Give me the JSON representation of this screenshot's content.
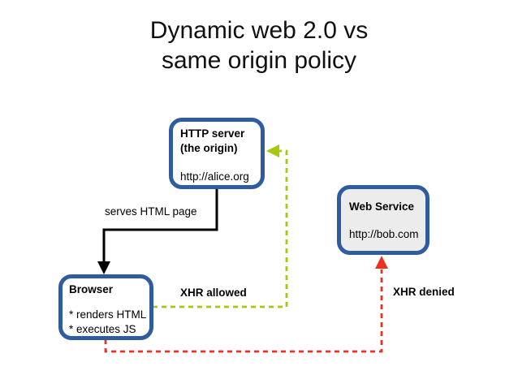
{
  "title": {
    "line1": "Dynamic web 2.0 vs",
    "line2": "same origin policy"
  },
  "nodes": {
    "http_server": {
      "name": "HTTP server",
      "subtitle": "(the origin)",
      "url": "http://alice.org"
    },
    "web_service": {
      "name": "Web Service",
      "url": "http://bob.com"
    },
    "browser": {
      "name": "Browser",
      "features": [
        "* renders HTML",
        "* executes JS"
      ]
    }
  },
  "edges": {
    "serves_html": {
      "label": "serves HTML page",
      "from": "HTTP server",
      "to": "Browser",
      "style": "solid",
      "color": "#000000"
    },
    "xhr_allowed": {
      "label": "XHR allowed",
      "from": "Browser",
      "to": "HTTP server",
      "style": "dashed",
      "color": "#a8c70f"
    },
    "xhr_denied": {
      "label": "XHR denied",
      "from": "Browser",
      "to": "Web Service",
      "style": "dashed",
      "color": "#ee3023"
    }
  },
  "colors": {
    "box_border": "#2f5c9e",
    "box_fill": "#ffffff",
    "web_service_fill": "#ececec",
    "text": "#000000"
  }
}
